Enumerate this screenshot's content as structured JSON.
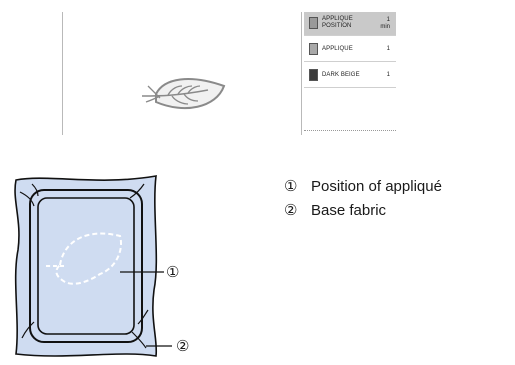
{
  "thread_list": [
    {
      "label_line1": "APPLIQUE",
      "label_line2": "POSITION",
      "number": "1",
      "unit": "min",
      "swatch": "#9a9a9a",
      "selected": true
    },
    {
      "label_line1": "APPLIQUE",
      "label_line2": "",
      "number": "1",
      "unit": "",
      "swatch": "#a9a9a9",
      "selected": false
    },
    {
      "label_line1": "DARK BEIGE",
      "label_line2": "",
      "number": "1",
      "unit": "",
      "swatch": "#3a3a3a",
      "selected": false
    }
  ],
  "callouts": {
    "one": "①",
    "two": "②"
  },
  "legend": [
    {
      "mark": "①",
      "text": "Position of appliqué"
    },
    {
      "mark": "②",
      "text": "Base fabric"
    }
  ],
  "colors": {
    "fabric": "#cfdcf1",
    "frame": "#111111"
  }
}
